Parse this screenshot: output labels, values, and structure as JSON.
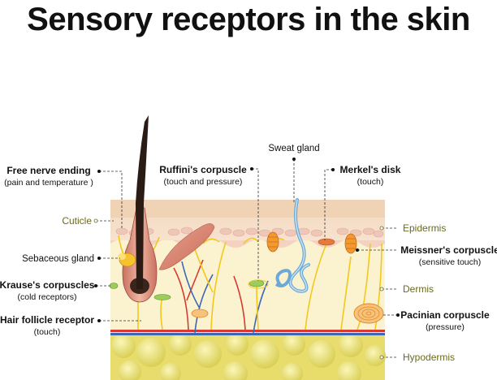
{
  "title": "Sensory receptors in the skin",
  "labels": {
    "free_nerve": {
      "name": "Free nerve ending",
      "desc": "(pain and temperature )"
    },
    "ruffini": {
      "name": "Ruffini's corpuscle",
      "desc": "(touch and pressure)"
    },
    "sweat_gland": {
      "name": "Sweat gland"
    },
    "merkel": {
      "name": "Merkel's disk",
      "desc": "(touch)"
    },
    "cuticle": {
      "name": "Cuticle"
    },
    "epidermis": {
      "name": "Epidermis"
    },
    "sebaceous": {
      "name": "Sebaceous gland"
    },
    "meissner": {
      "name": "Meissner's corpuscle",
      "desc": "(sensitive touch)"
    },
    "krause": {
      "name": "Krause's  corpuscles",
      "desc": "(cold receptors)"
    },
    "dermis": {
      "name": "Dermis"
    },
    "hair_follicle": {
      "name": "Hair follicle receptor",
      "desc": "(touch)"
    },
    "pacinian": {
      "name": "Pacinian corpuscle",
      "desc": "(pressure)"
    },
    "hypodermis": {
      "name": "Hypodermis"
    }
  },
  "colors": {
    "epidermis": "#f6dcc4",
    "dermis": "#fbf2cf",
    "hypodermis": "#ece27a",
    "nerve": "#f2c81a",
    "vessel_red": "#d63a32",
    "vessel_blue": "#3a67b6",
    "hair": "#2a1c14",
    "layer_label": "#6b6a1e"
  }
}
